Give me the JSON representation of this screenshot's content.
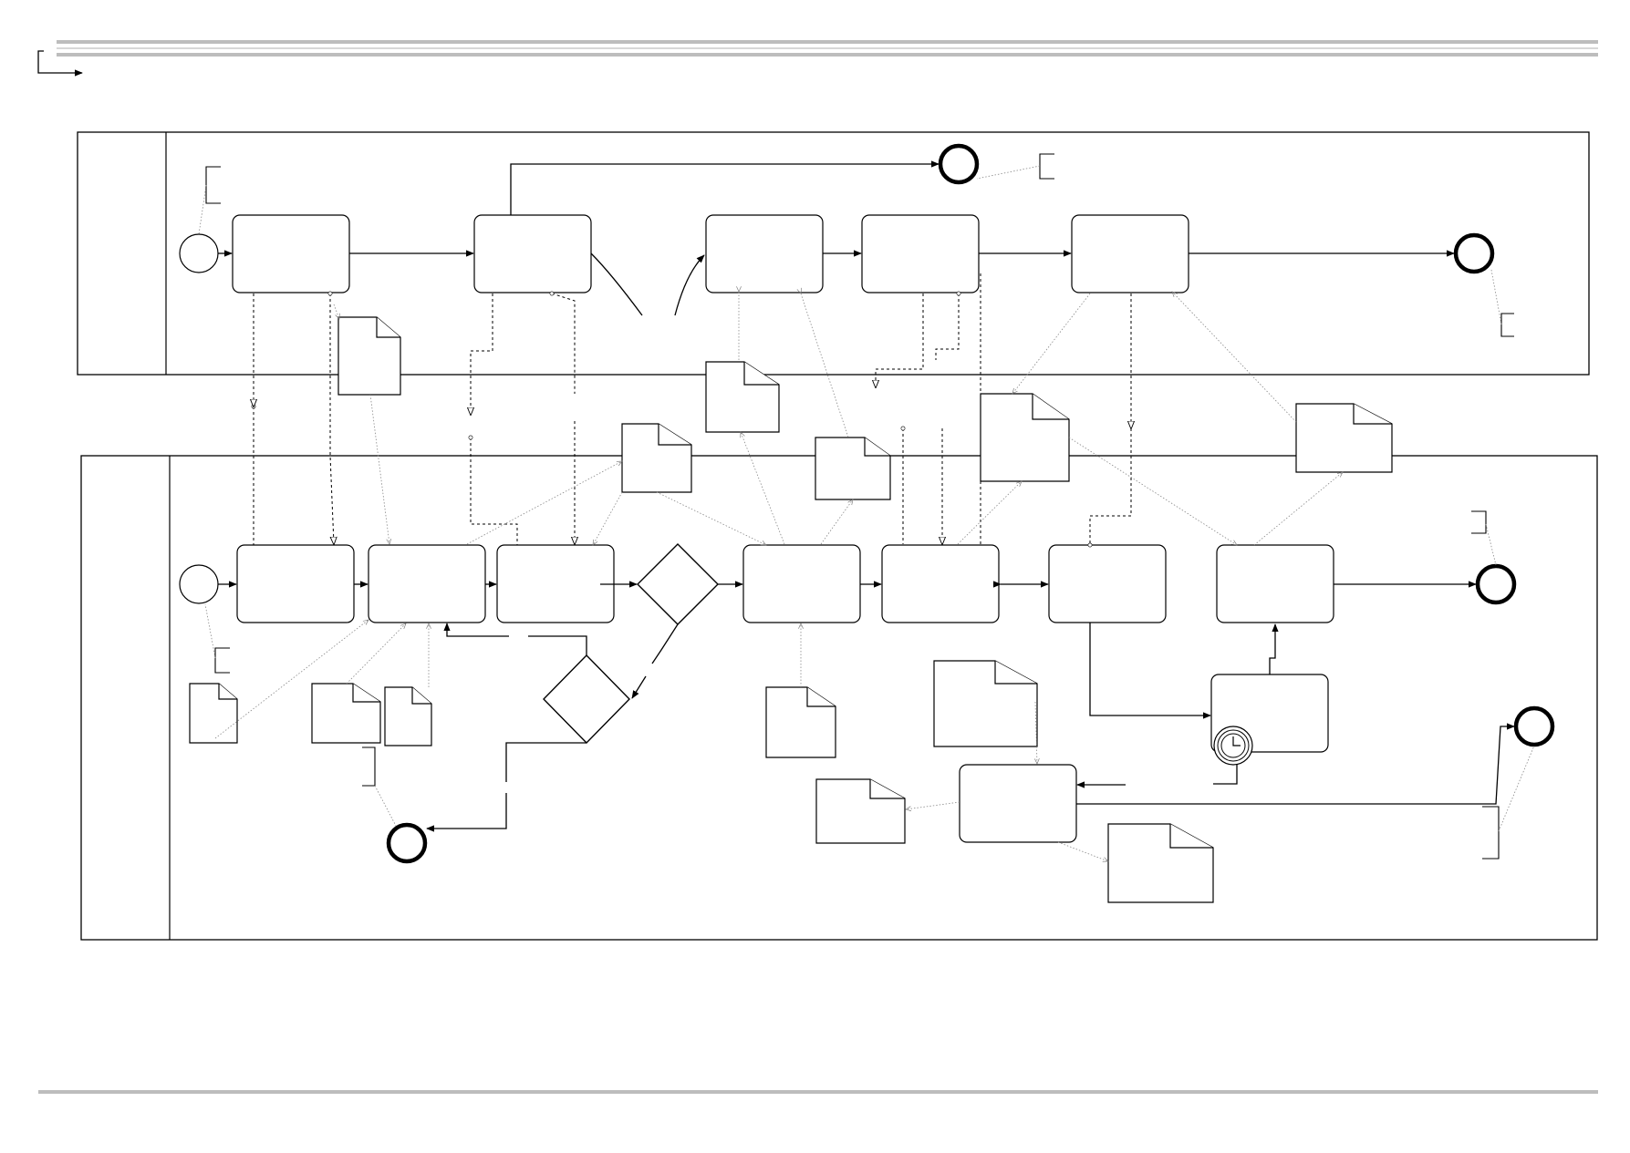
{
  "diagram": {
    "lanes": [
      {
        "id": "lane-top",
        "label": ""
      },
      {
        "id": "lane-bottom",
        "label": ""
      }
    ],
    "tasks": [
      {
        "id": "t1",
        "label": ""
      },
      {
        "id": "t2",
        "label": ""
      },
      {
        "id": "t3",
        "label": ""
      },
      {
        "id": "t4",
        "label": ""
      },
      {
        "id": "t5",
        "label": ""
      },
      {
        "id": "t6",
        "label": ""
      },
      {
        "id": "t7",
        "label": ""
      },
      {
        "id": "t8",
        "label": ""
      },
      {
        "id": "t9",
        "label": ""
      },
      {
        "id": "t10",
        "label": ""
      },
      {
        "id": "t11",
        "label": ""
      },
      {
        "id": "t12",
        "label": ""
      },
      {
        "id": "t13",
        "label": ""
      },
      {
        "id": "t14",
        "label": ""
      },
      {
        "id": "t15",
        "label": ""
      }
    ],
    "gateways": [
      {
        "id": "g1"
      },
      {
        "id": "g2"
      }
    ],
    "events": {
      "start": [
        "s1",
        "s2"
      ],
      "end": [
        "e1",
        "e2",
        "e3",
        "e4",
        "e5"
      ],
      "timer": [
        "timer1"
      ]
    },
    "documents": [
      {
        "id": "d1"
      },
      {
        "id": "d2"
      },
      {
        "id": "d3"
      },
      {
        "id": "d4"
      },
      {
        "id": "d5"
      },
      {
        "id": "d6"
      },
      {
        "id": "d7"
      },
      {
        "id": "d8"
      },
      {
        "id": "d9"
      },
      {
        "id": "d10"
      },
      {
        "id": "d11"
      },
      {
        "id": "d12"
      },
      {
        "id": "d13"
      },
      {
        "id": "d14"
      }
    ],
    "icons": [
      "clock-icon",
      "arrow-icon"
    ]
  }
}
